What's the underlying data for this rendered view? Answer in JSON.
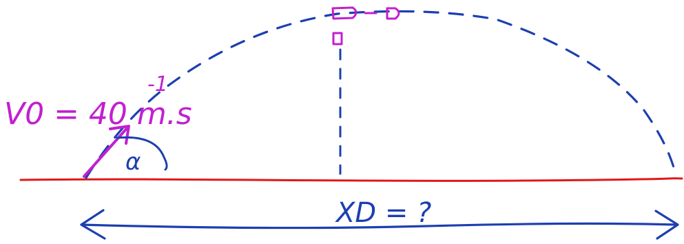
{
  "colors": {
    "ground": "#e01818",
    "trajectory": "#1c3fb0",
    "velocity": "#c21fd0",
    "background": "#ffffff"
  },
  "labels": {
    "initial_velocity": "V0 = 40 m.s",
    "velocity_exponent": "-1",
    "angle": "α",
    "range": "XD = ?"
  },
  "icons": {
    "launch_arrow": "arrow-icon",
    "range_arrow": "double-arrow-icon"
  }
}
